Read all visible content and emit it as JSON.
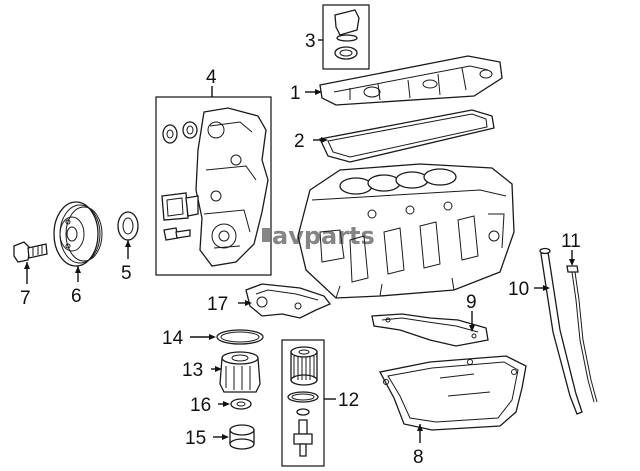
{
  "watermark": {
    "text": "avparts"
  },
  "callouts": {
    "c1": "1",
    "c2": "2",
    "c3": "3",
    "c4": "4",
    "c5": "5",
    "c6": "6",
    "c7": "7",
    "c8": "8",
    "c9": "9",
    "c10": "10",
    "c11": "11",
    "c12": "12",
    "c13": "13",
    "c14": "14",
    "c15": "15",
    "c16": "16",
    "c17": "17"
  },
  "colors": {
    "line": "#1a1a1a",
    "background": "#ffffff"
  }
}
